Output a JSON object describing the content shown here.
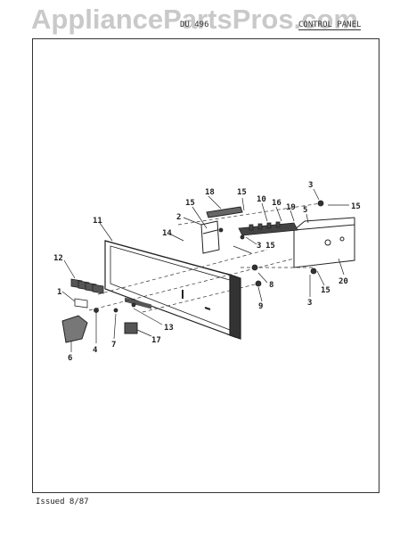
{
  "watermark": "AppliancePartsPros.com",
  "header": {
    "left_text": "DU 496",
    "right_text": "CONTROL PANEL"
  },
  "footer": {
    "issued": "Issued 8/87"
  },
  "callouts": [
    "18",
    "15",
    "10",
    "16",
    "19",
    "5",
    "3",
    "15",
    "15",
    "2",
    "14",
    "11",
    "3",
    "15",
    "12",
    "1",
    "8",
    "9",
    "3",
    "15",
    "20",
    "4",
    "7",
    "17",
    "13",
    "6"
  ]
}
